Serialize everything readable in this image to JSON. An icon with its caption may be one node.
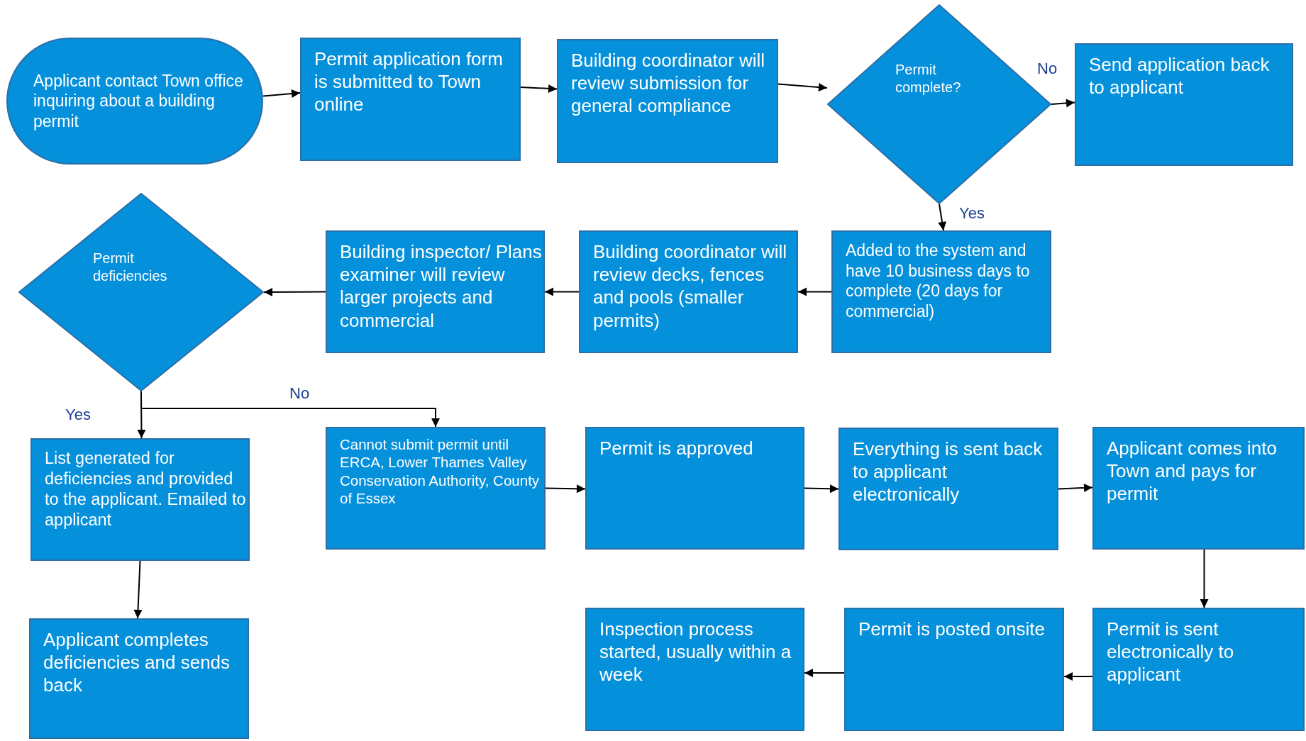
{
  "diagram": {
    "nodes": [
      {
        "text": [
          "Applicant contact Town office inquiring about a building permit"
        ]
      },
      {
        "text": [
          "Permit application form is submitted to Town online"
        ]
      },
      {
        "text": [
          "Building coordinator will review submission for general compliance"
        ]
      },
      {
        "text": [
          "Permit complete?"
        ]
      },
      {
        "text": [
          "Send application back to applicant"
        ]
      },
      {
        "text": [
          "Added to the system and have 10 business days to complete (20 days for commercial)"
        ]
      },
      {
        "text": [
          "Building coordinator will review decks, fences and pools (smaller permits)"
        ]
      },
      {
        "text": [
          "Building inspector/ Plans examiner will review larger projects and commercial"
        ]
      },
      {
        "text": [
          "Permit deficiencies"
        ]
      },
      {
        "text": [
          "List generated for deficiencies and provided to the applicant.  Emailed to applicant"
        ]
      },
      {
        "text": [
          "Cannot submit permit until ERCA, Lower Thames Valley Conservation Authority, County of Essex"
        ]
      },
      {
        "text": [
          "Permit is approved"
        ]
      },
      {
        "text": [
          "Everything is sent back to applicant electronically"
        ]
      },
      {
        "text": [
          "Applicant comes into Town and pays for permit"
        ]
      },
      {
        "text": [
          "Permit is sent electronically to applicant"
        ]
      },
      {
        "text": [
          "Permit is posted onsite"
        ]
      },
      {
        "text": [
          "Inspection process started, usually within a  week"
        ]
      },
      {
        "text": [
          "Applicant completes deficiencies and sends back"
        ]
      }
    ],
    "edges": [
      {
        "from": 0,
        "to": 1,
        "arrow": "to"
      },
      {
        "from": 1,
        "to": 2,
        "arrow": "to"
      },
      {
        "from": 2,
        "to": 3,
        "arrow": "to"
      },
      {
        "from": 3,
        "to": 4,
        "arrow": "to",
        "label": "No"
      },
      {
        "from": 3,
        "to": 5,
        "arrow": "to",
        "label": "Yes"
      },
      {
        "from": 5,
        "to": 6,
        "arrow": "to"
      },
      {
        "from": 6,
        "to": 7,
        "arrow": "to"
      },
      {
        "from": 7,
        "to": 8,
        "arrow": "to"
      },
      {
        "from": 8,
        "to": 9,
        "arrow": "to",
        "label": "Yes"
      },
      {
        "from": 8,
        "to": 10,
        "arrow": "to",
        "label": "No"
      },
      {
        "from": 9,
        "to": 17,
        "arrow": "to"
      },
      {
        "from": 10,
        "to": 11,
        "arrow": "to"
      },
      {
        "from": 11,
        "to": 12,
        "arrow": "to"
      },
      {
        "from": 12,
        "to": 13,
        "arrow": "to"
      },
      {
        "from": 13,
        "to": 14,
        "arrow": "to"
      },
      {
        "from": 14,
        "to": 15,
        "arrow": "to"
      },
      {
        "from": 15,
        "to": 16,
        "arrow": "to"
      }
    ]
  }
}
